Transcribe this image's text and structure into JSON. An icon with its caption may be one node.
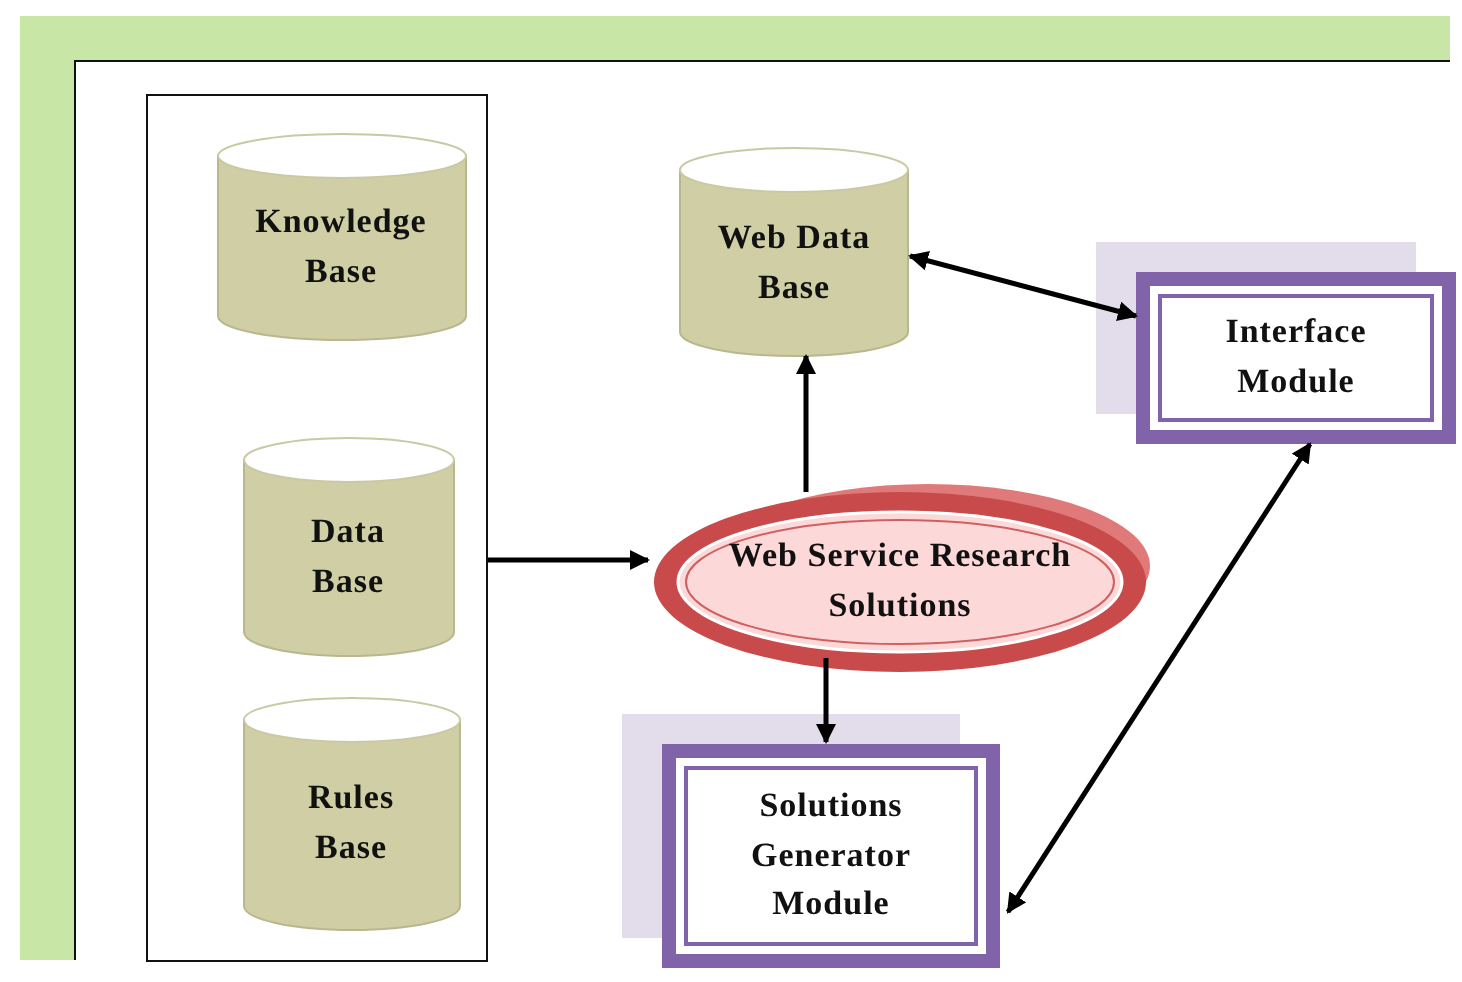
{
  "diagram": {
    "nodes": [
      {
        "text": [],
        "shape": "box"
      },
      {
        "text": [
          "Knowledge Base"
        ],
        "in": 0
      },
      {
        "text": [
          "Data Base"
        ],
        "in": 0
      },
      {
        "text": [
          "Rules Base"
        ],
        "in": 0
      },
      {
        "text": [
          "Web Data Base"
        ]
      },
      {
        "text": [
          "Interface Module"
        ]
      },
      {
        "text": [
          "Web Service Research Solutions"
        ]
      },
      {
        "text": [
          "Solutions Generator Module"
        ]
      }
    ],
    "edges": [
      {
        "from": 0,
        "to": 6,
        "arrow": "to"
      },
      {
        "from": 6,
        "to": 4,
        "arrow": "to"
      },
      {
        "from": 4,
        "to": 5,
        "arrow": "both"
      },
      {
        "from": 6,
        "to": 7,
        "arrow": "to"
      },
      {
        "from": 5,
        "to": 7,
        "arrow": "both"
      }
    ]
  }
}
